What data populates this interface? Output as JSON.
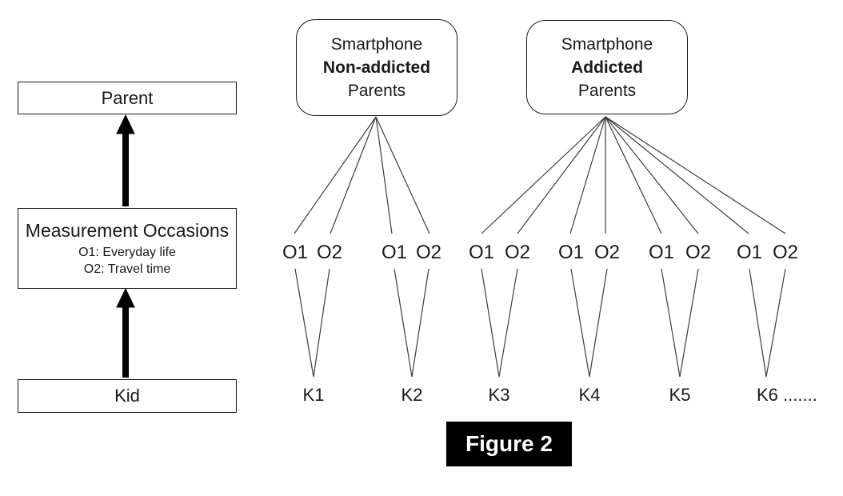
{
  "figure_label": "Figure 2",
  "left_flow": {
    "parent_label": "Parent",
    "measurement_title": "Measurement Occasions",
    "measurement_sub1": "O1: Everyday life",
    "measurement_sub2": "O2: Travel time",
    "kid_label": "Kid"
  },
  "groups": [
    {
      "line1": "Smartphone",
      "line2": "Non-addicted",
      "line3": "Parents"
    },
    {
      "line1": "Smartphone",
      "line2": "Addicted",
      "line3": "Parents"
    }
  ],
  "occasions": [
    {
      "o1": "O1",
      "o2": "O2"
    },
    {
      "o1": "O1",
      "o2": "O2"
    },
    {
      "o1": "O1",
      "o2": "O2"
    },
    {
      "o1": "O1",
      "o2": "O2"
    },
    {
      "o1": "O1",
      "o2": "O2"
    },
    {
      "o1": "O1",
      "o2": "O2"
    }
  ],
  "kids": [
    "K1",
    "K2",
    "K3",
    "K4",
    "K5",
    "K6 ......."
  ],
  "colors": {
    "thin_line": "#3d3d3d",
    "arrow": "#000000",
    "border": "#1a1a1a",
    "figure_bg": "#000000",
    "figure_text": "#ffffff"
  }
}
